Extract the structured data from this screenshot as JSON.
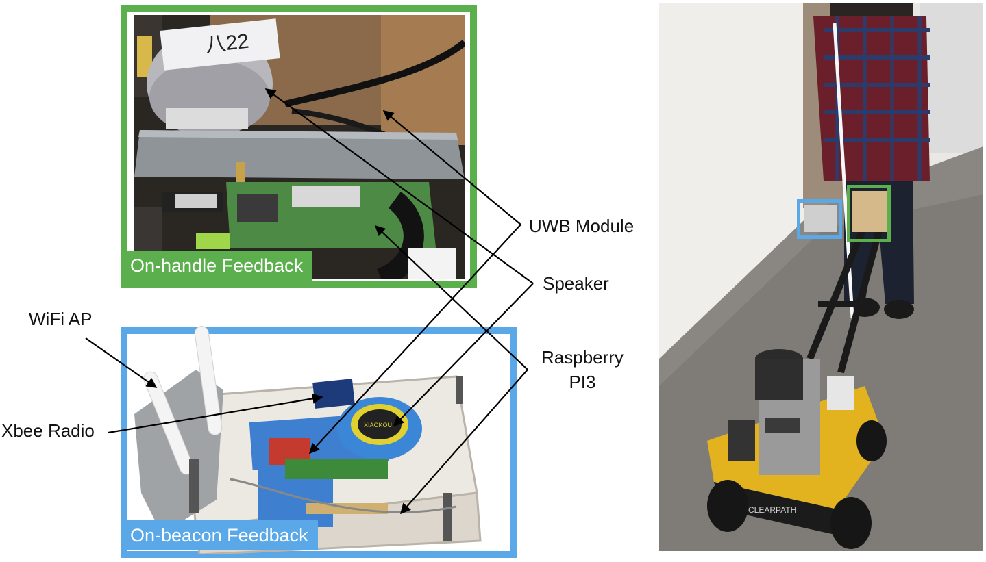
{
  "panels": {
    "handle_caption": "On-handle Feedback",
    "beacon_caption": "On-beacon Feedback"
  },
  "labels": {
    "uwb": "UWB Module",
    "speaker": "Speaker",
    "raspberry_line1": "Raspberry",
    "raspberry_line2": "PI3",
    "wifi": "WiFi AP",
    "xbee": "Xbee Radio",
    "sticker": "八22",
    "speaker_brand": "XIAOKOU",
    "robot_brand": "CLEARPATH"
  },
  "colors": {
    "handle_frame": "#5bb04d",
    "beacon_frame": "#5aa8e8",
    "arrow": "#000000"
  }
}
